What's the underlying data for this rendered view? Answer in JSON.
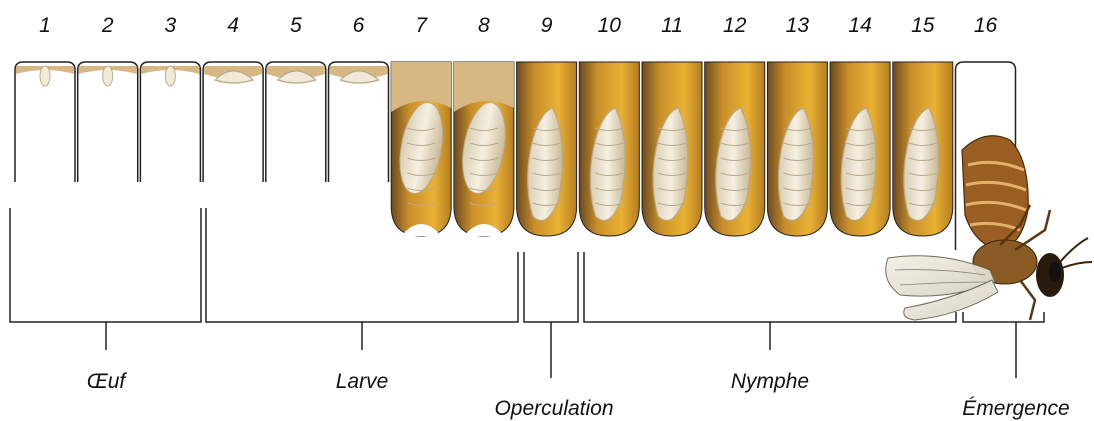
{
  "cells": [
    {
      "number": "1",
      "content": "egg",
      "capped": false
    },
    {
      "number": "2",
      "content": "egg",
      "capped": false
    },
    {
      "number": "3",
      "content": "egg",
      "capped": false
    },
    {
      "number": "4",
      "content": "larva",
      "capped": false
    },
    {
      "number": "5",
      "content": "larva",
      "capped": false
    },
    {
      "number": "6",
      "content": "larva",
      "capped": false
    },
    {
      "number": "7",
      "content": "larva",
      "capped": false
    },
    {
      "number": "8",
      "content": "larva",
      "capped": false
    },
    {
      "number": "9",
      "content": "prepupa",
      "capped": true
    },
    {
      "number": "10",
      "content": "pupa",
      "capped": true
    },
    {
      "number": "11",
      "content": "pupa",
      "capped": true
    },
    {
      "number": "12",
      "content": "pupa",
      "capped": true
    },
    {
      "number": "13",
      "content": "pupa",
      "capped": true
    },
    {
      "number": "14",
      "content": "pupa",
      "capped": true
    },
    {
      "number": "15",
      "content": "pupa",
      "capped": true
    },
    {
      "number": "16",
      "content": "adult",
      "capped": false
    }
  ],
  "stages": {
    "oeuf": "Œuf",
    "larve": "Larve",
    "operculation": "Operculation",
    "nymphe": "Nymphe",
    "emergence": "Émergence"
  },
  "colors": {
    "cell_amber": "#e9b233",
    "cell_dark": "#6d4a1f",
    "wax": "#d8b882",
    "brood": "#f1ead8",
    "brood_shade": "#b9a98a",
    "bee_body": "#9a5e22",
    "line": "#222222"
  }
}
